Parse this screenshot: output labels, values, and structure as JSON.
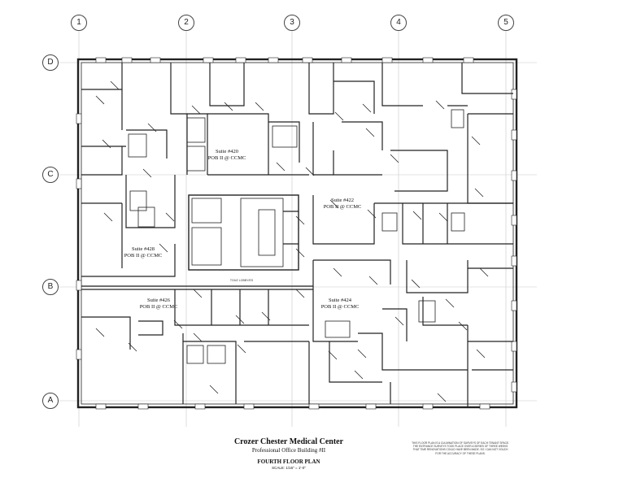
{
  "grid": {
    "columns": [
      "1",
      "2",
      "3",
      "4",
      "5"
    ],
    "rows": [
      "D",
      "C",
      "B",
      "A"
    ]
  },
  "suites": [
    {
      "number": "Suite #420",
      "building": "POB II @ CCMC"
    },
    {
      "number": "Suite #422",
      "building": "POB II @ CCMC"
    },
    {
      "number": "Suite #428",
      "building": "POB II @ CCMC"
    },
    {
      "number": "Suite #426",
      "building": "POB II @ CCMC"
    },
    {
      "number": "Suite #424",
      "building": "POB II @ CCMC"
    }
  ],
  "corridor_label": "TOILE LOBBY/ES",
  "title_block": {
    "main": "Crozer Chester Medical Center",
    "sub": "Professional Office Building #II",
    "plan": "FOURTH FLOOR PLAN",
    "scale": "SCALE: 1/16\" = 1'-0\""
  },
  "disclaimer": "THIS FLOOR PLAN IS A CULMINATION OF SURVEYS OF EACH TENANT SPACE. THE ENTRANCE SURVEYS TOOK PLACE OVER A SERIES OF THREE WEEKS THAT TIME RENOVATIONS COULD HAVE BEEN MADE. SO I CAN NOT VOUCH FOR THE ACCURACY OF THESE PLANS."
}
